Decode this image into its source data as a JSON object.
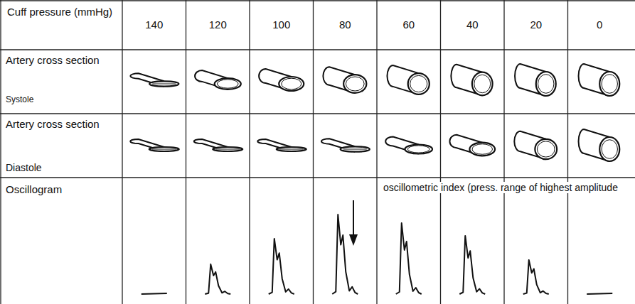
{
  "diagram": {
    "labels": [
      "Cuff pressure (mmHg)",
      "140",
      "120",
      "100",
      "80",
      "60",
      "40",
      "20",
      "0",
      "Artery cross section",
      "Systole",
      "Artery cross section",
      "Diastole",
      "Oscillogram",
      "oscillometric index (press. range of highest amplitude"
    ]
  }
}
